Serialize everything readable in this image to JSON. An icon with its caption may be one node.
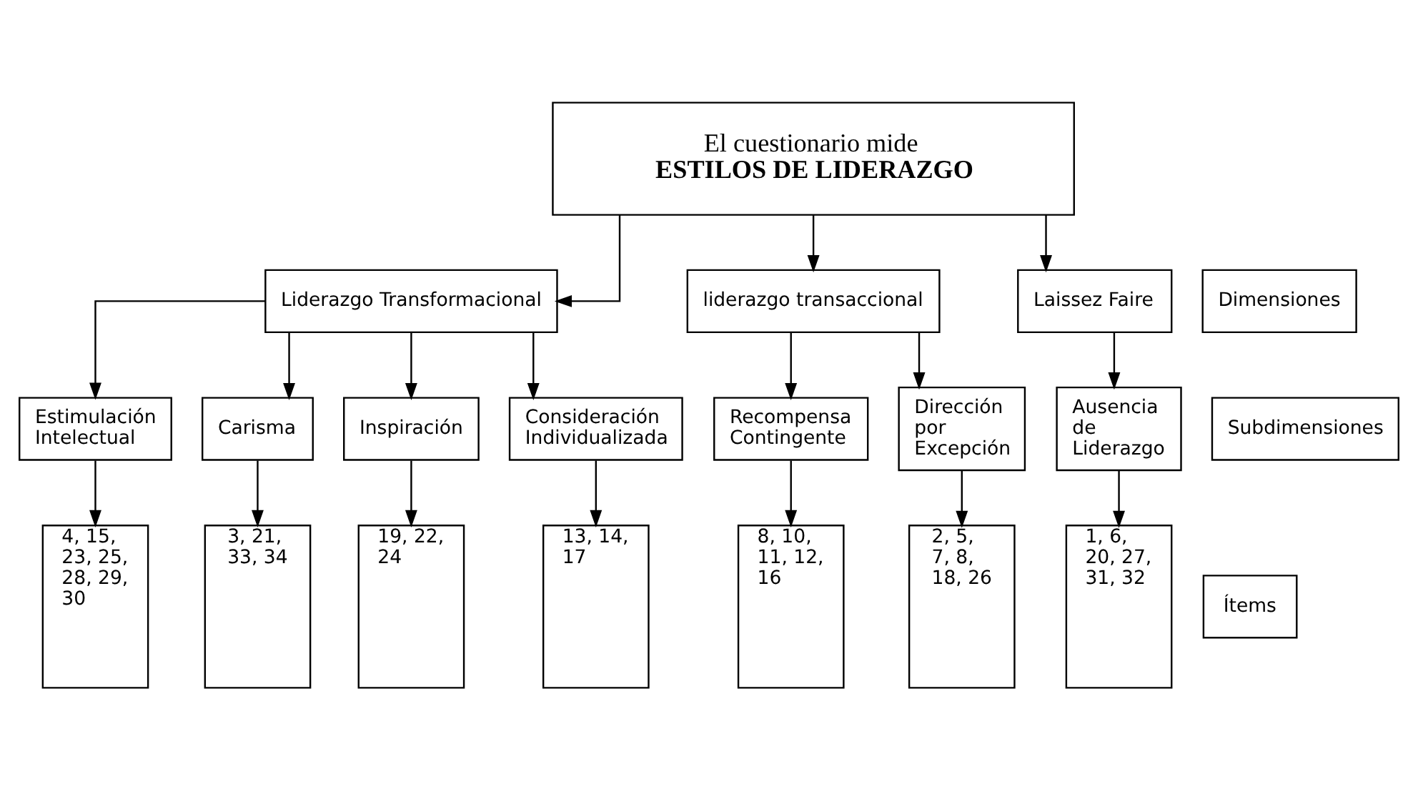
{
  "diagram": {
    "nodes": [
      {
        "text": [
          "El cuestionario mide",
          "ESTILOS DE LIDERAZGO"
        ]
      },
      {
        "text": [
          "Liderazgo Transformacional"
        ]
      },
      {
        "text": [
          "liderazgo transaccional"
        ]
      },
      {
        "text": [
          "Laissez Faire"
        ]
      },
      {
        "text": [
          "Dimensiones"
        ]
      },
      {
        "text": [
          "Estimulación Intelectual"
        ]
      },
      {
        "text": [
          "Carisma"
        ]
      },
      {
        "text": [
          "Inspiración"
        ]
      },
      {
        "text": [
          "Consideración Individualizada"
        ]
      },
      {
        "text": [
          "Recompensa Contingente"
        ]
      },
      {
        "text": [
          "Dirección por Excepción"
        ]
      },
      {
        "text": [
          "Ausencia de Liderazgo"
        ]
      },
      {
        "text": [
          "Subdimensiones"
        ]
      },
      {
        "text": [
          "4, 15, 23, 25, 28, 29, 30"
        ]
      },
      {
        "text": [
          "3, 21, 33, 34"
        ]
      },
      {
        "text": [
          "19, 22, 24"
        ]
      },
      {
        "text": [
          "13, 14, 17"
        ]
      },
      {
        "text": [
          "8, 10, 11, 12, 16"
        ]
      },
      {
        "text": [
          "2, 5, 7, 8, 18, 26"
        ]
      },
      {
        "text": [
          "1, 6, 20, 27, 31, 32"
        ]
      },
      {
        "text": [
          "Ítems"
        ]
      }
    ],
    "edges": [
      {
        "from": 0,
        "to": 1,
        "arrow": "to"
      },
      {
        "from": 0,
        "to": 2,
        "arrow": "to"
      },
      {
        "from": 0,
        "to": 3,
        "arrow": "to"
      },
      {
        "from": 1,
        "to": 5,
        "arrow": "to"
      },
      {
        "from": 1,
        "to": 6,
        "arrow": "to"
      },
      {
        "from": 1,
        "to": 7,
        "arrow": "to"
      },
      {
        "from": 1,
        "to": 8,
        "arrow": "to"
      },
      {
        "from": 2,
        "to": 9,
        "arrow": "to"
      },
      {
        "from": 2,
        "to": 10,
        "arrow": "to"
      },
      {
        "from": 3,
        "to": 11,
        "arrow": "to"
      },
      {
        "from": 5,
        "to": 13,
        "arrow": "to"
      },
      {
        "from": 6,
        "to": 14,
        "arrow": "to"
      },
      {
        "from": 7,
        "to": 15,
        "arrow": "to"
      },
      {
        "from": 8,
        "to": 16,
        "arrow": "to"
      },
      {
        "from": 9,
        "to": 17,
        "arrow": "to"
      },
      {
        "from": 10,
        "to": 18,
        "arrow": "to"
      },
      {
        "from": 11,
        "to": 19,
        "arrow": "to"
      }
    ]
  }
}
